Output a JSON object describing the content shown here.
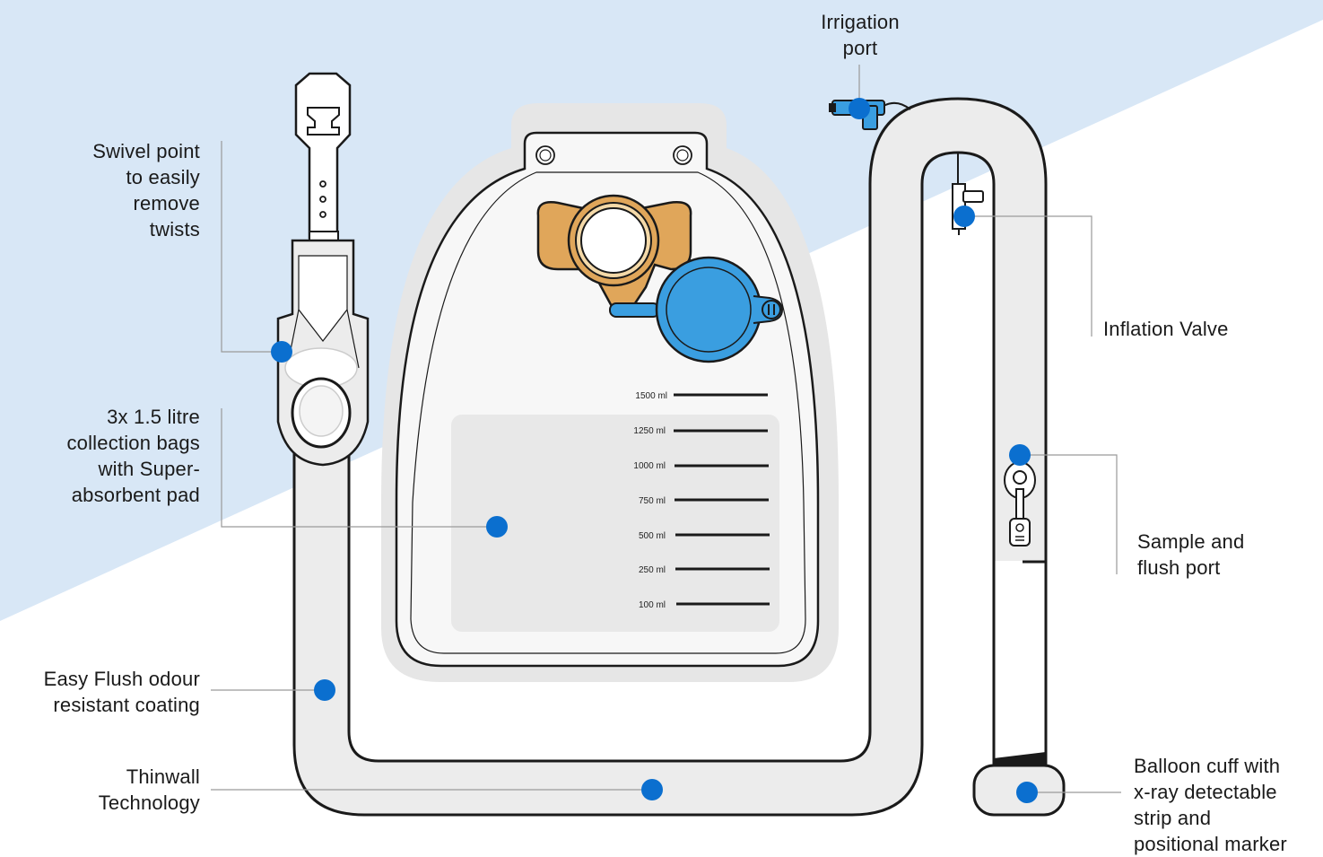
{
  "colors": {
    "background_band": "#d8e7f6",
    "marker": "#0b6fcf",
    "outline": "#1a1a1a",
    "tube_fill": "#ececec",
    "bag_fill": "#f4f4f4",
    "bag_panel": "#e8e8e8",
    "connector_orange": "#e0a65a",
    "cap_blue": "#3a9ee0"
  },
  "labels": {
    "swivel": [
      "Swivel point",
      "to easily",
      "remove",
      "twists"
    ],
    "bags": [
      "3x 1.5 litre",
      "collection bags",
      "with Super-",
      "absorbent pad"
    ],
    "easy_flush": [
      "Easy Flush odour",
      "resistant coating"
    ],
    "thinwall": [
      "Thinwall",
      "Technology"
    ],
    "irrigation": [
      "Irrigation",
      "port"
    ],
    "inflation": [
      "Inflation Valve"
    ],
    "sample": [
      "Sample and",
      "flush port"
    ],
    "balloon": [
      "Balloon cuff with",
      "x-ray detectable",
      "strip and",
      "positional marker"
    ]
  },
  "graduations": [
    "1500 ml",
    "1250 ml",
    "1000 ml",
    "750 ml",
    "500 ml",
    "250 ml",
    "100 ml"
  ]
}
